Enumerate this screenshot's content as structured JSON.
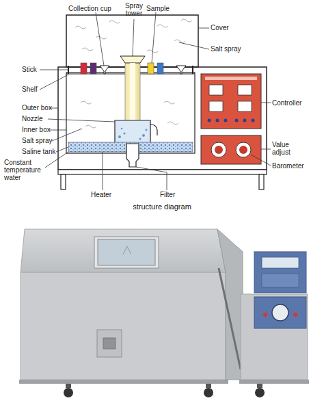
{
  "diagram": {
    "caption": "structure diagram",
    "labels": [
      "Collection cup",
      "Spray tower",
      "Sample",
      "Cover",
      "Salt spray",
      "Stick",
      "Shelf",
      "Outer box",
      "Nozzle",
      "Inner box",
      "Salt spray",
      "Saline tank",
      "Constant temperature water",
      "Controller",
      "Value adjust",
      "Barometer",
      "Heater",
      "Filter"
    ]
  }
}
